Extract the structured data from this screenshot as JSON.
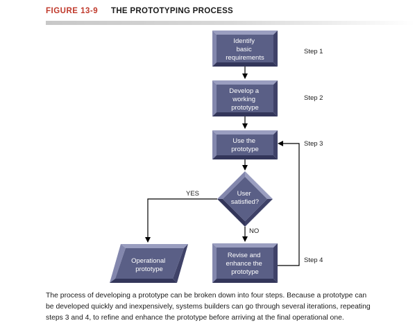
{
  "figure": {
    "number": "FIGURE 13-9",
    "title": "THE PROTOTYPING PROCESS"
  },
  "nodes": {
    "identify": [
      "Identify",
      "basic",
      "requirements"
    ],
    "develop": [
      "Develop a",
      "working",
      "prototype"
    ],
    "use": [
      "Use the",
      "prototype"
    ],
    "decision": [
      "User",
      "satisfied?"
    ],
    "revise": [
      "Revise and",
      "enhance the",
      "prototype"
    ],
    "operational": [
      "Operational",
      "prototype"
    ]
  },
  "steps": {
    "step1": "Step 1",
    "step2": "Step 2",
    "step3": "Step 3",
    "step4": "Step 4"
  },
  "branches": {
    "yes": "YES",
    "no": "NO"
  },
  "caption": "The process of developing a prototype can be broken down into four steps. Because a prototype can be developed quickly and inexpensively, systems builders can go through several iterations, repeating steps 3 and 4, to refine and enhance the prototype before arriving at the final operational one.",
  "colors": {
    "box_face": "#5a5f86",
    "box_bevel_light": "#9a9ec0",
    "box_bevel_dark": "#33365a",
    "accent_red": "#c0392b"
  }
}
